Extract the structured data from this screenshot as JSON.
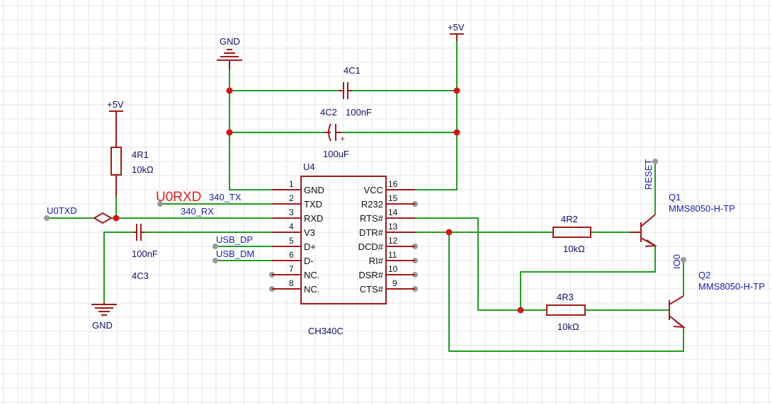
{
  "chip": {
    "ref": "U4",
    "name": "CH340C",
    "left_pins": [
      {
        "num": "1",
        "name": "GND"
      },
      {
        "num": "2",
        "name": "TXD"
      },
      {
        "num": "3",
        "name": "RXD"
      },
      {
        "num": "4",
        "name": "V3"
      },
      {
        "num": "5",
        "name": "D+"
      },
      {
        "num": "6",
        "name": "D-"
      },
      {
        "num": "7",
        "name": "NC."
      },
      {
        "num": "8",
        "name": "NC."
      }
    ],
    "right_pins": [
      {
        "num": "16",
        "name": "VCC"
      },
      {
        "num": "15",
        "name": "R232"
      },
      {
        "num": "14",
        "name": "RTS#"
      },
      {
        "num": "13",
        "name": "DTR#"
      },
      {
        "num": "12",
        "name": "DCD#"
      },
      {
        "num": "11",
        "name": "RI#"
      },
      {
        "num": "10",
        "name": "DSR#"
      },
      {
        "num": "9",
        "name": "CTS#"
      }
    ]
  },
  "power": {
    "gnd_top": "GND",
    "gnd_left": "GND",
    "v5_top": "+5V",
    "v5_left": "+5V"
  },
  "components": {
    "c1": {
      "ref": "4C1"
    },
    "c2": {
      "ref": "4C2",
      "value": "100nF"
    },
    "c2_pol": {
      "value": "100uF"
    },
    "c3": {
      "ref": "4C3",
      "value": "100nF"
    },
    "r1": {
      "ref": "4R1",
      "value": "10kΩ"
    },
    "r2": {
      "ref": "4R2",
      "value": "10kΩ"
    },
    "r3": {
      "ref": "4R3",
      "value": "10kΩ"
    },
    "q1": {
      "ref": "Q1",
      "value": "MMS8050-H-TP"
    },
    "q2": {
      "ref": "Q2",
      "value": "MMS8050-H-TP"
    }
  },
  "nets": {
    "u0rxd": "U0RXD",
    "u0txd": "U0TXD",
    "tx": "340_TX",
    "rx": "340_RX",
    "usb_dp": "USB_DP",
    "usb_dm": "USB_DM",
    "reset": "RESET",
    "io0": "IO0"
  },
  "colors": {
    "wire": "#1e9e1e",
    "component": "#a31818",
    "junction": "#d81414",
    "label": "#10106a",
    "net_label": "#1c1cb4",
    "highlight": "#e02020",
    "grid": "#e4e4e4"
  }
}
